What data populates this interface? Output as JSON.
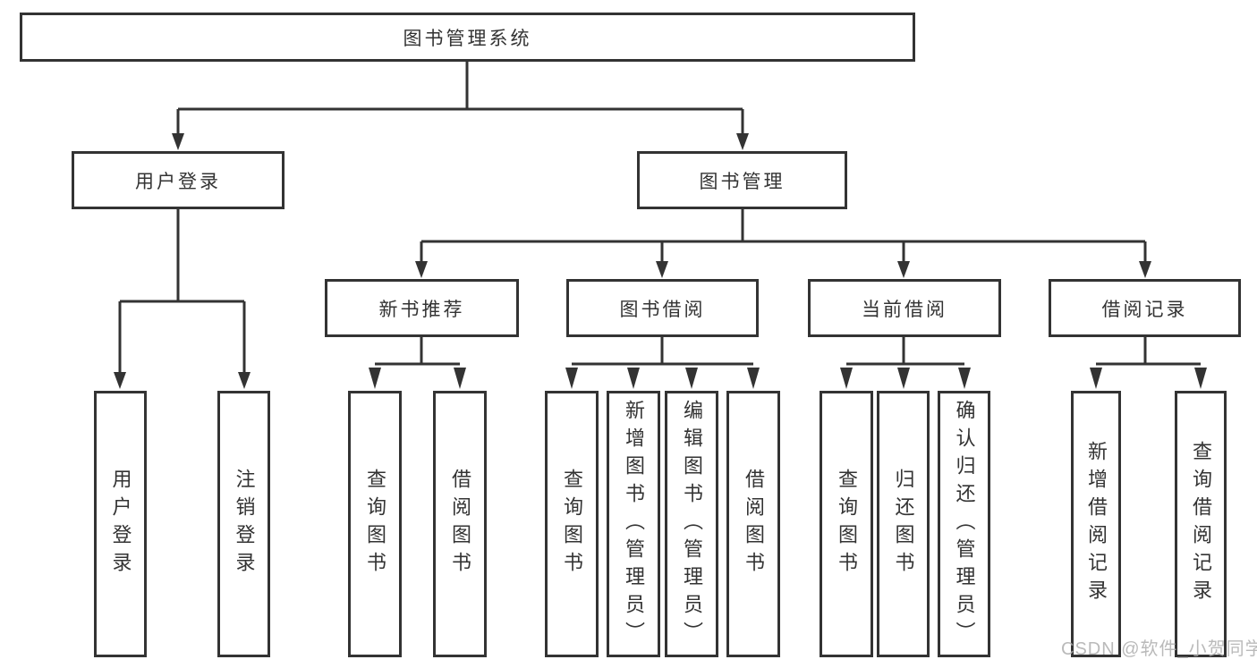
{
  "tree": {
    "root": {
      "label": "图书管理系统"
    },
    "branches": [
      {
        "label": "用户登录",
        "leaves": [
          {
            "label": "用户登录"
          },
          {
            "label": "注销登录"
          }
        ]
      },
      {
        "label": "图书管理",
        "sections": [
          {
            "label": "新书推荐",
            "leaves": [
              {
                "label": "查询图书"
              },
              {
                "label": "借阅图书"
              }
            ]
          },
          {
            "label": "图书借阅",
            "leaves": [
              {
                "label": "查询图书"
              },
              {
                "label": "新增图书（管理员）"
              },
              {
                "label": "编辑图书（管理员）"
              },
              {
                "label": "借阅图书"
              }
            ]
          },
          {
            "label": "当前借阅",
            "leaves": [
              {
                "label": "查询图书"
              },
              {
                "label": "归还图书"
              },
              {
                "label": "确认归还（管理员）"
              }
            ]
          },
          {
            "label": "借阅记录",
            "leaves": [
              {
                "label": "新增借阅记录"
              },
              {
                "label": "查询借阅记录"
              }
            ]
          }
        ]
      }
    ]
  },
  "watermark": "CSDN @软件_小贺同学",
  "colors": {
    "line": "#333333",
    "text": "#333333",
    "watermark_text": "#aeaeae",
    "background": "#ffffff"
  }
}
